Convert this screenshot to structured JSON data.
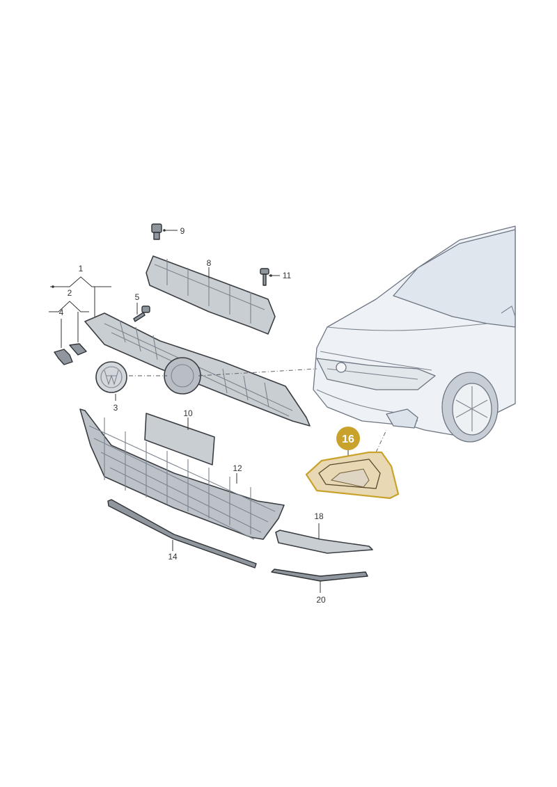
{
  "labels": {
    "p1": "1",
    "p2": "2",
    "p3": "3",
    "p4": "4",
    "p5": "5",
    "p8": "8",
    "p9": "9",
    "p10": "10",
    "p11": "11",
    "p12": "12",
    "p14": "14",
    "p16": "16",
    "p18": "18",
    "p20": "20"
  },
  "colors": {
    "highlight_badge": "#c9a22b",
    "highlight_part": "#e8d8b4",
    "part_fill": "#c9ced3",
    "outline": "#3a3d42"
  }
}
